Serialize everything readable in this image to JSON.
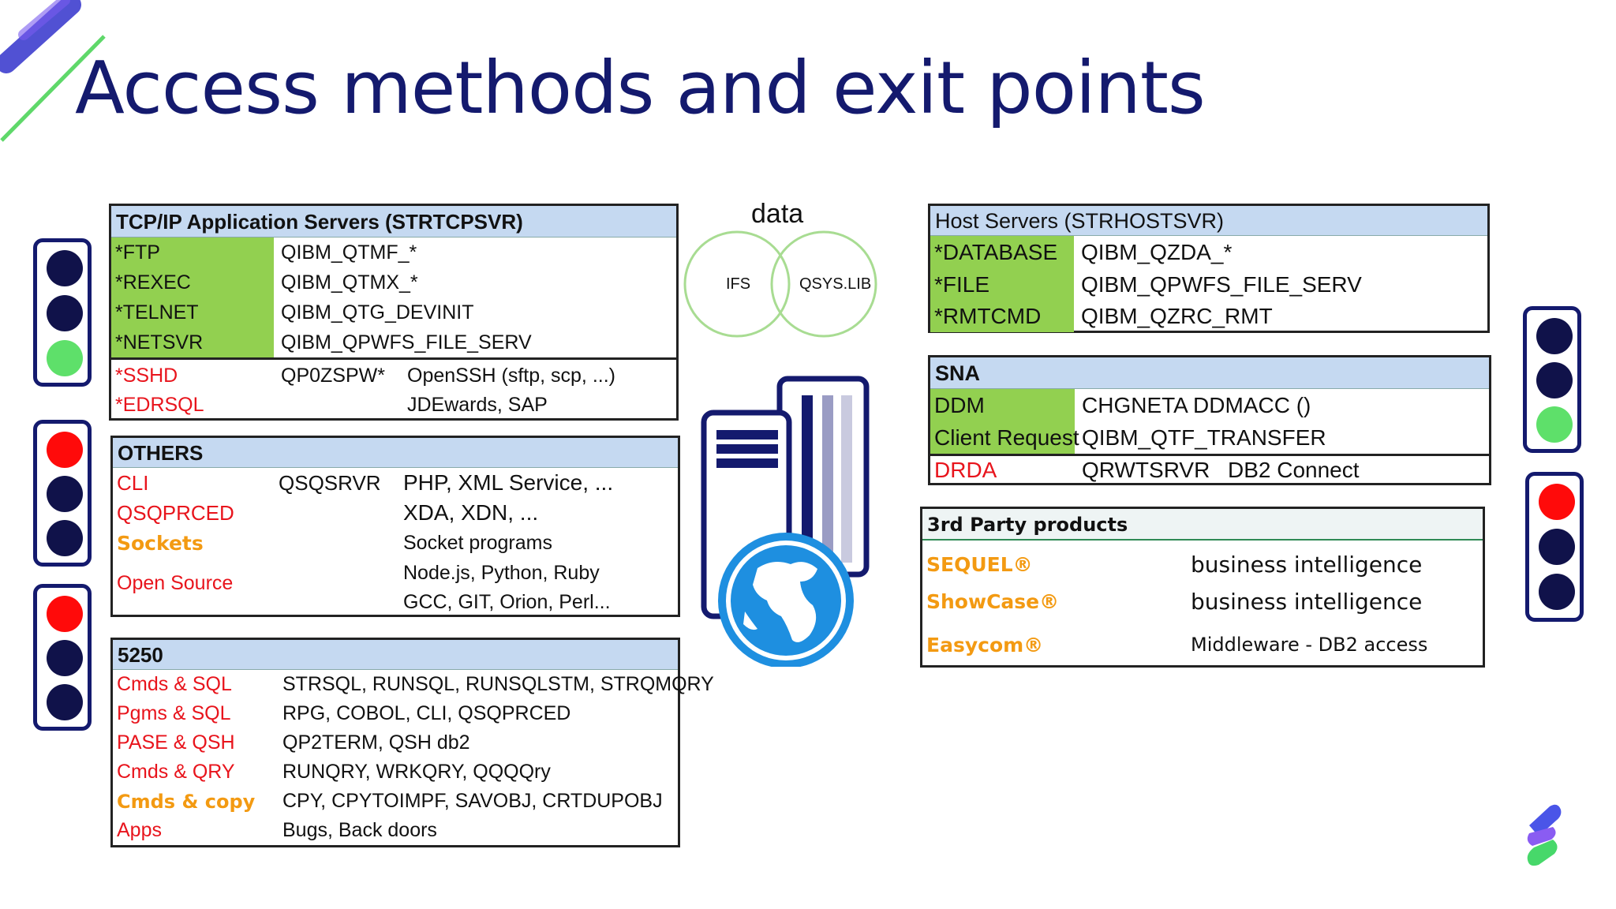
{
  "title": "Access methods and exit points",
  "colors": {
    "navy": "#141a6e",
    "header_blue": "#c5d9f1",
    "green": "#92d050",
    "red": "#e8141c",
    "orange": "#f39a12"
  },
  "tcpip": {
    "header": "TCP/IP Application Servers  (STRTCPSVR)",
    "rows": [
      {
        "name": "*FTP",
        "exit": "QIBM_QTMF_*"
      },
      {
        "name": "*REXEC",
        "exit": "QIBM_QTMX_*"
      },
      {
        "name": "*TELNET",
        "exit": "QIBM_QTG_DEVINIT"
      },
      {
        "name": "*NETSVR",
        "exit": "QIBM_QPWFS_FILE_SERV"
      }
    ],
    "extra": [
      {
        "name": "*SSHD",
        "exit": "QP0ZSPW*",
        "note": "OpenSSH (sftp, scp, ...)"
      },
      {
        "name": "*EDRSQL",
        "exit": "",
        "note": "JDEwards, SAP"
      }
    ]
  },
  "others": {
    "header": "OTHERS",
    "rows": [
      {
        "name": "CLI",
        "exit": "QSQSRVR",
        "note": "PHP, XML Service, ..."
      },
      {
        "name": "QSQPRCED",
        "exit": "",
        "note": "XDA, XDN, ..."
      },
      {
        "name": "Sockets",
        "exit": "",
        "note": "Socket programs"
      },
      {
        "name": "Open Source",
        "exit": "",
        "note": "Node.js, Python, Ruby"
      },
      {
        "name": "",
        "exit": "",
        "note": "GCC,  GIT,  Orion, Perl..."
      }
    ]
  },
  "t5250": {
    "header": "5250",
    "rows": [
      {
        "name": "Cmds & SQL",
        "note": "STRSQL, RUNSQL, RUNSQLSTM, STRQMQRY"
      },
      {
        "name": "Pgms & SQL",
        "note": "RPG, COBOL, CLI, QSQPRCED"
      },
      {
        "name": "PASE & QSH",
        "note": "QP2TERM, QSH db2"
      },
      {
        "name": "Cmds & QRY",
        "note": "RUNQRY, WRKQRY, QQQQry"
      },
      {
        "name": "Cmds & copy",
        "note": "CPY, CPYTOIMPF, SAVOBJ, CRTDUPOBJ"
      },
      {
        "name": "Apps",
        "note": "Bugs, Back doors"
      }
    ]
  },
  "data_label": "data",
  "venn": {
    "left": "IFS",
    "right": "QSYS.LIB"
  },
  "host": {
    "header": "Host Servers  (STRHOSTSVR)",
    "rows": [
      {
        "name": "*DATABASE",
        "exit": "QIBM_QZDA_*"
      },
      {
        "name": "*FILE",
        "exit": "QIBM_QPWFS_FILE_SERV"
      },
      {
        "name": "*RMTCMD",
        "exit": "QIBM_QZRC_RMT"
      }
    ]
  },
  "sna": {
    "header": "SNA",
    "rows": [
      {
        "name": "DDM",
        "exit": "CHGNETA DDMACC ()"
      },
      {
        "name": "Client Request",
        "exit": "QIBM_QTF_TRANSFER"
      }
    ],
    "extra": {
      "name": "DRDA",
      "exit": "QRWTSRVR",
      "note": "DB2 Connect"
    }
  },
  "third": {
    "header": "3rd Party products",
    "rows": [
      {
        "name": "SEQUEL®",
        "note": "business intelligence"
      },
      {
        "name": "ShowCase®",
        "note": "business intelligence"
      },
      {
        "name": "Easycom®",
        "note": "Middleware - DB2 access"
      }
    ]
  },
  "traffic_lights": [
    {
      "id": "left-1",
      "state": "green"
    },
    {
      "id": "left-2",
      "state": "red"
    },
    {
      "id": "left-3",
      "state": "red"
    },
    {
      "id": "right-1",
      "state": "green"
    },
    {
      "id": "right-2",
      "state": "red"
    }
  ]
}
